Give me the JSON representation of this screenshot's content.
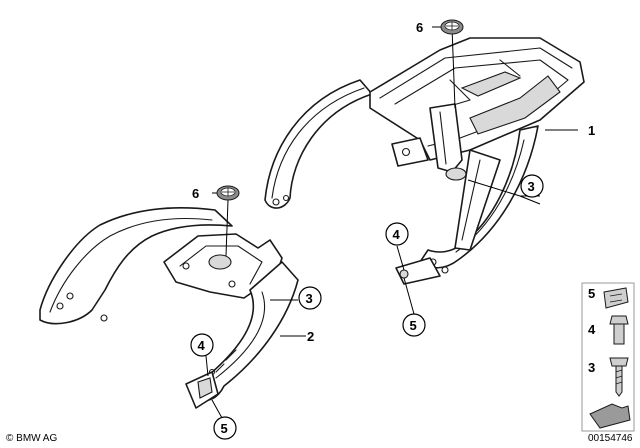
{
  "callouts": {
    "n1": "1",
    "n2": "2",
    "n3a": "3",
    "n3b": "3",
    "n4a": "4",
    "n4b": "4",
    "n5a": "5",
    "n5b": "5",
    "n6a": "6",
    "n6b": "6"
  },
  "legend": {
    "item5": "5",
    "item4": "4",
    "item3": "3"
  },
  "footer": {
    "brand": "© BMW AG",
    "diagram_number": "00154746"
  }
}
